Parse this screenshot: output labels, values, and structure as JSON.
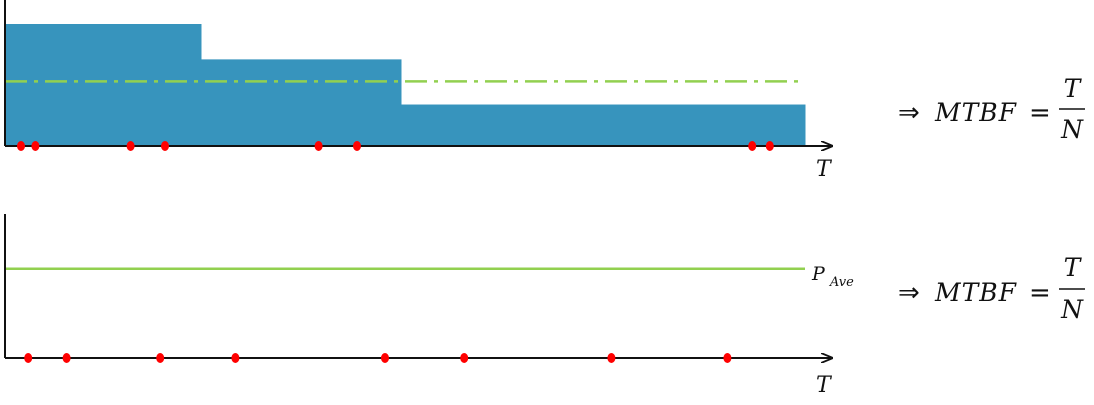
{
  "colors": {
    "bar_fill": "#3794bd",
    "green_line": "#92d050",
    "event_dot": "#ff0000",
    "axis": "#111111"
  },
  "top_panel": {
    "axis_label": "T",
    "steps": [
      {
        "x_start": 0,
        "x_end": 0.245,
        "level": 1.0
      },
      {
        "x_start": 0.245,
        "x_end": 0.495,
        "level": 0.71
      },
      {
        "x_start": 0.495,
        "x_end": 1.0,
        "level": 0.34
      }
    ],
    "average_level": 0.53,
    "events": [
      0.02,
      0.038,
      0.157,
      0.2,
      0.392,
      0.44,
      0.934,
      0.956
    ]
  },
  "bottom_panel": {
    "axis_label": "T",
    "line_label_main": "P",
    "line_label_sub": "Ave",
    "line_level": 0.62,
    "events": [
      0.029,
      0.077,
      0.194,
      0.288,
      0.475,
      0.574,
      0.758,
      0.903
    ]
  },
  "formulas": [
    {
      "implies": "⇒",
      "lhs": "MTBF",
      "equals": "=",
      "numerator": "T",
      "denominator": "N"
    },
    {
      "implies": "⇒",
      "lhs": "MTBF",
      "equals": "=",
      "numerator": "T",
      "denominator": "N"
    }
  ]
}
